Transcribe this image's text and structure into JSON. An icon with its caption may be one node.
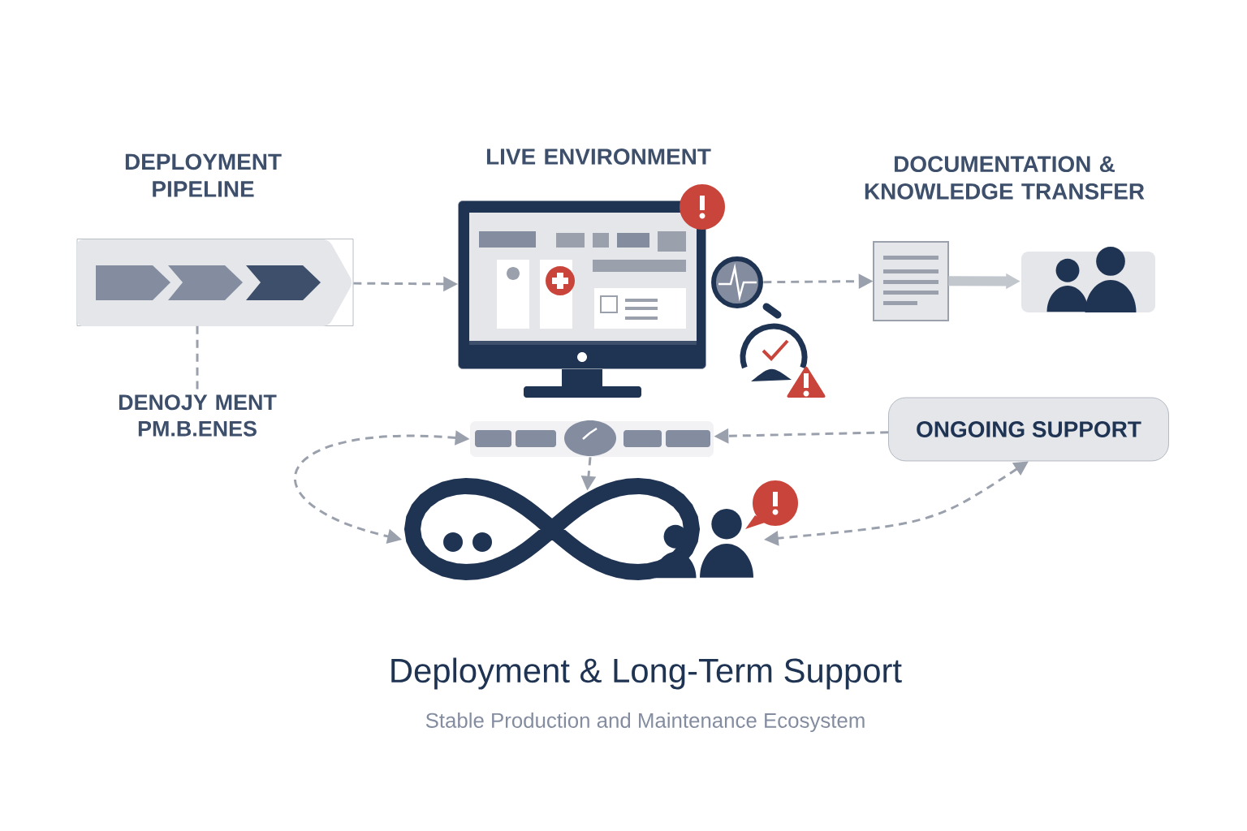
{
  "diagram": {
    "title": "Deployment & Long-Term Support",
    "caption": "Stable Production and Maintenance Ecosystem",
    "nodes": [
      {
        "text": [
          "DEPLOYMENT PIPELINE"
        ]
      },
      {
        "text": [
          "LIVE ENVIRONMENT"
        ]
      },
      {
        "text": [],
        "shape": "picture"
      },
      {
        "text": [],
        "shape": "picture"
      },
      {
        "text": [],
        "shape": "picture"
      },
      {
        "text": [
          "DENOJY MENT PM.B.ENES"
        ]
      },
      {
        "text": [],
        "shape": "bar"
      },
      {
        "text": [],
        "shape": "picture"
      },
      {
        "text": [
          "ONGOING SUPPORT"
        ]
      }
    ],
    "edges": [
      {
        "from": 0,
        "to": 1,
        "arrow": "to",
        "style": "dashed"
      },
      {
        "from": 0,
        "to": 5,
        "arrow": "none",
        "style": "dashed"
      },
      {
        "from": 2,
        "to": 3,
        "arrow": "to",
        "style": "dashed"
      },
      {
        "from": 3,
        "to": 4,
        "arrow": "to",
        "style": "thick"
      },
      {
        "from": 6,
        "to": 7,
        "arrow": "both",
        "style": "dashed"
      },
      {
        "from": 6,
        "to": 7,
        "arrow": "to",
        "style": "dashed"
      },
      {
        "from": 8,
        "to": 6,
        "arrow": "to",
        "style": "dashed"
      },
      {
        "from": 8,
        "to": 7,
        "arrow": "both",
        "style": "dashed"
      }
    ],
    "labels": [
      "DOCUMENTATION & KNOWLEDGE TRANSFER"
    ]
  }
}
